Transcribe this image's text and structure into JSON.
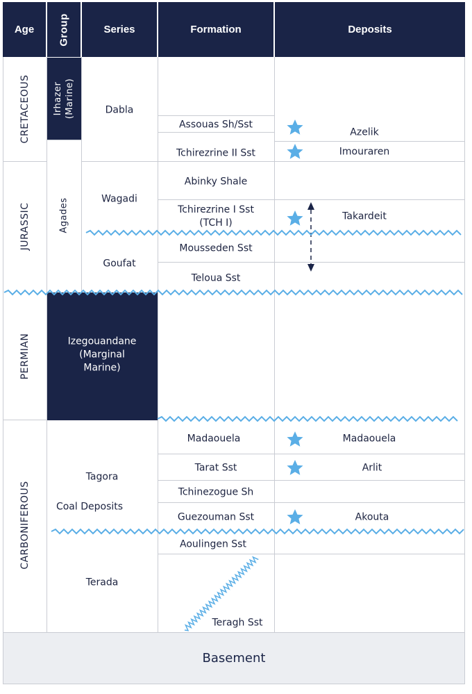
{
  "header": {
    "age": "Age",
    "group": "Group",
    "series": "Series",
    "formation": "Formation",
    "deposits": "Deposits"
  },
  "ages": [
    "CRETACEOUS",
    "JURASSIC",
    "PERMIAN",
    "CARBONIFEROUS"
  ],
  "groups": {
    "irhazer": "Irhazer\n(Marine)",
    "agades": "Agades",
    "izegouandane": "Izegouandane\n(Marginal\nMarine)",
    "coal_deposits": "Coal Deposits"
  },
  "series": [
    "Dabla",
    "Wagadi",
    "Goufat",
    "Tagora",
    "Terada"
  ],
  "formations": [
    "Assouas Sh/Sst",
    "Tchirezrine II Sst",
    "Abinky Shale",
    "Tchirezrine I Sst\n(TCH I)",
    "Mousseden Sst",
    "Teloua Sst",
    "Madaouela",
    "Tarat Sst",
    "Tchinezogue Sh",
    "Guezouman Sst",
    "Aoulingen Sst",
    "Teragh Sst"
  ],
  "deposits": [
    "Azelik",
    "Imouraren",
    "Takardeit",
    "Madaouela",
    "Arlit",
    "Akouta"
  ],
  "basement": "Basement",
  "colors": {
    "header_bg": "#1a2447",
    "star": "#5aaee6",
    "unconformity": "#5aaee6",
    "basement_bg": "#eceef2"
  },
  "icons": {
    "deposit_marker": "star-icon",
    "range_arrow": "double-arrow-icon",
    "unconformity": "wavy-line"
  }
}
